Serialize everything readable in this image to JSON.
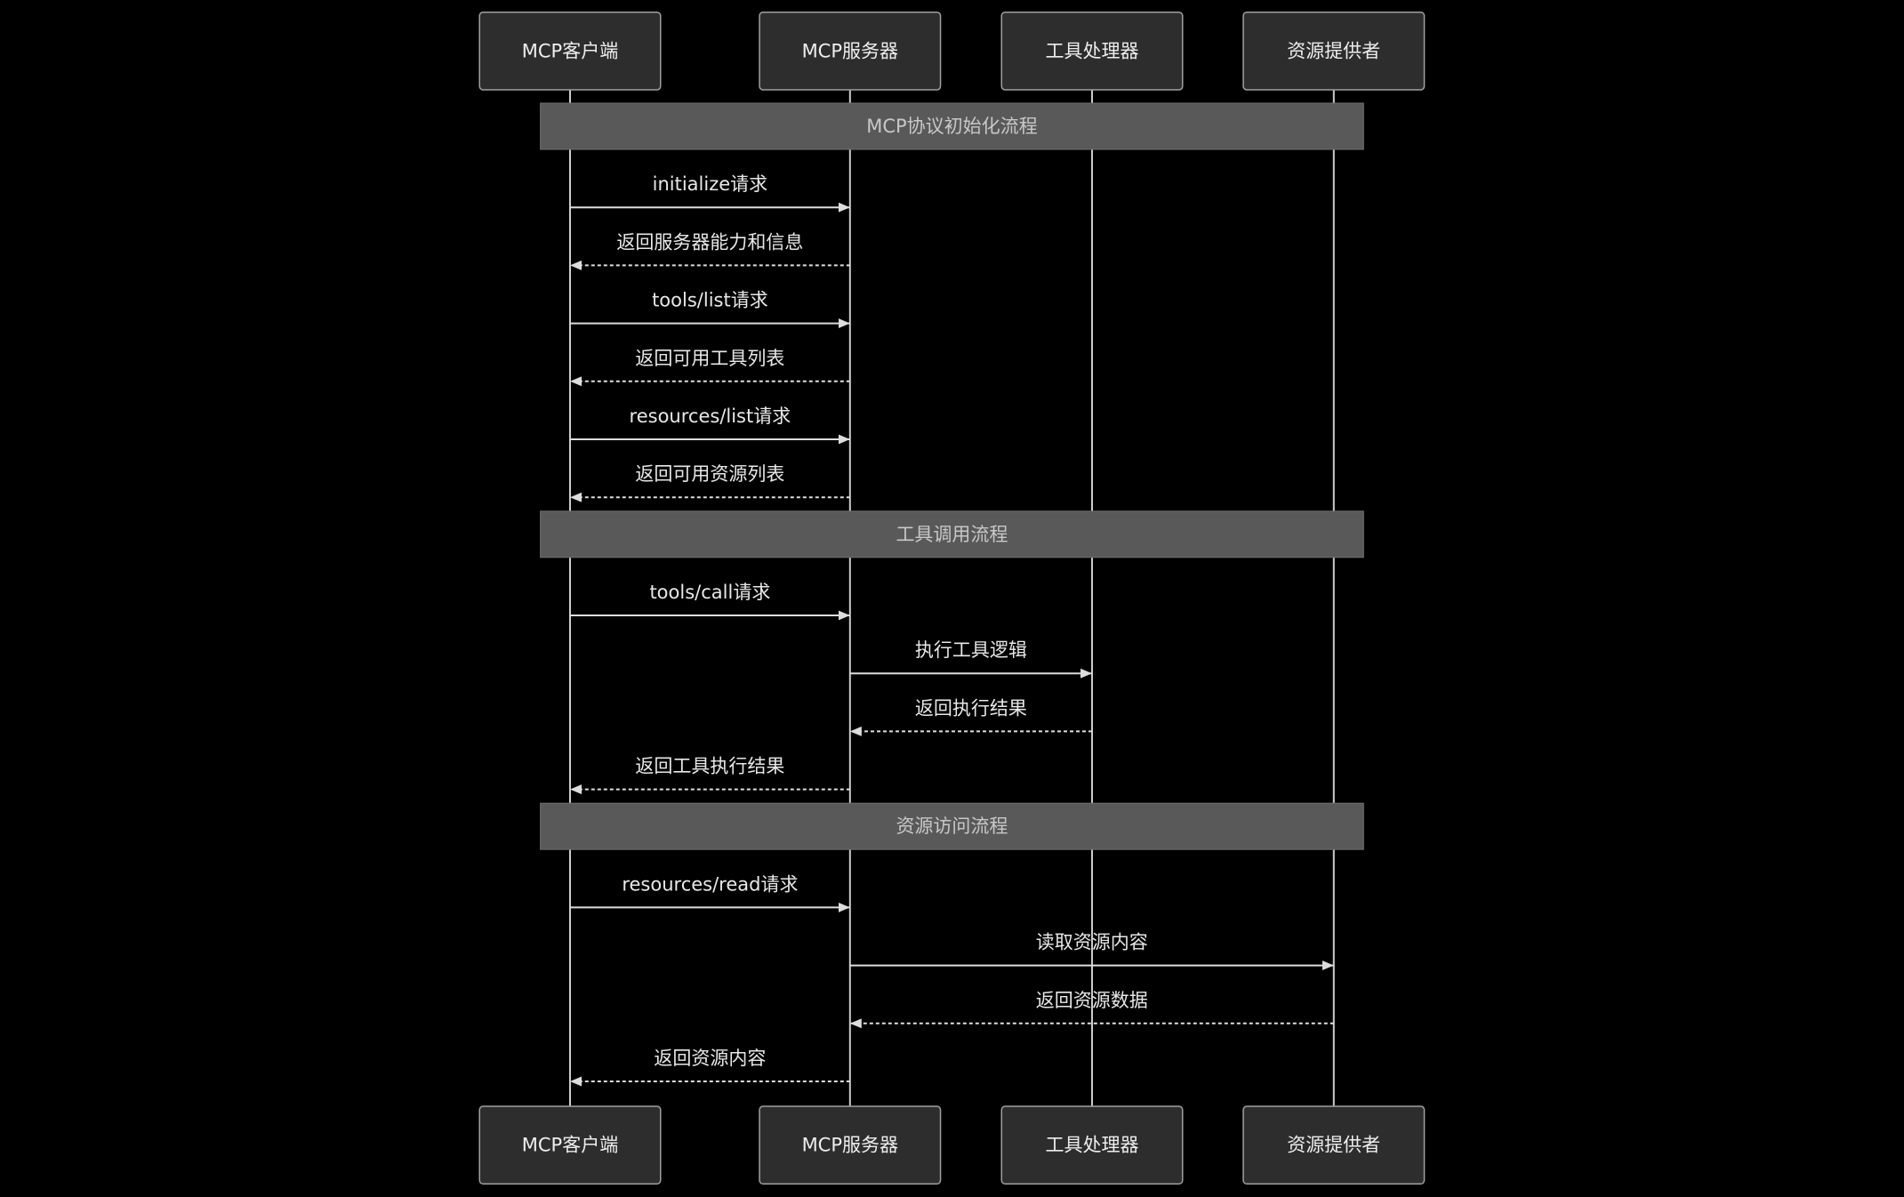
{
  "participants": [
    "MCP客户端",
    "MCP服务器",
    "工具处理器",
    "资源提供者"
  ],
  "sections": [
    {
      "title": "MCP协议初始化流程",
      "messages": [
        {
          "label": "initialize请求",
          "from": 0,
          "to": 1,
          "dashed": false
        },
        {
          "label": "返回服务器能力和信息",
          "from": 1,
          "to": 0,
          "dashed": true
        },
        {
          "label": "tools/list请求",
          "from": 0,
          "to": 1,
          "dashed": false
        },
        {
          "label": "返回可用工具列表",
          "from": 1,
          "to": 0,
          "dashed": true
        },
        {
          "label": "resources/list请求",
          "from": 0,
          "to": 1,
          "dashed": false
        },
        {
          "label": "返回可用资源列表",
          "from": 1,
          "to": 0,
          "dashed": true
        }
      ]
    },
    {
      "title": "工具调用流程",
      "messages": [
        {
          "label": "tools/call请求",
          "from": 0,
          "to": 1,
          "dashed": false
        },
        {
          "label": "执行工具逻辑",
          "from": 1,
          "to": 2,
          "dashed": false
        },
        {
          "label": "返回执行结果",
          "from": 2,
          "to": 1,
          "dashed": true
        },
        {
          "label": "返回工具执行结果",
          "from": 1,
          "to": 0,
          "dashed": true
        }
      ]
    },
    {
      "title": "资源访问流程",
      "messages": [
        {
          "label": "resources/read请求",
          "from": 0,
          "to": 1,
          "dashed": false
        },
        {
          "label": "读取资源内容",
          "from": 1,
          "to": 3,
          "dashed": false
        },
        {
          "label": "返回资源数据",
          "from": 3,
          "to": 1,
          "dashed": true
        },
        {
          "label": "返回资源内容",
          "from": 1,
          "to": 0,
          "dashed": true
        }
      ]
    }
  ],
  "colors": {
    "background": "#000000",
    "box_fill": "#2d2d2d",
    "box_stroke": "#a0a0a0",
    "box_text": "#eeeeee",
    "lifeline": "#cccccc",
    "section_fill": "#595959",
    "section_stroke": "#6e6e6e",
    "section_text": "#c8c8c8",
    "message_line": "#dddddd",
    "message_text": "#e8e8e8"
  }
}
